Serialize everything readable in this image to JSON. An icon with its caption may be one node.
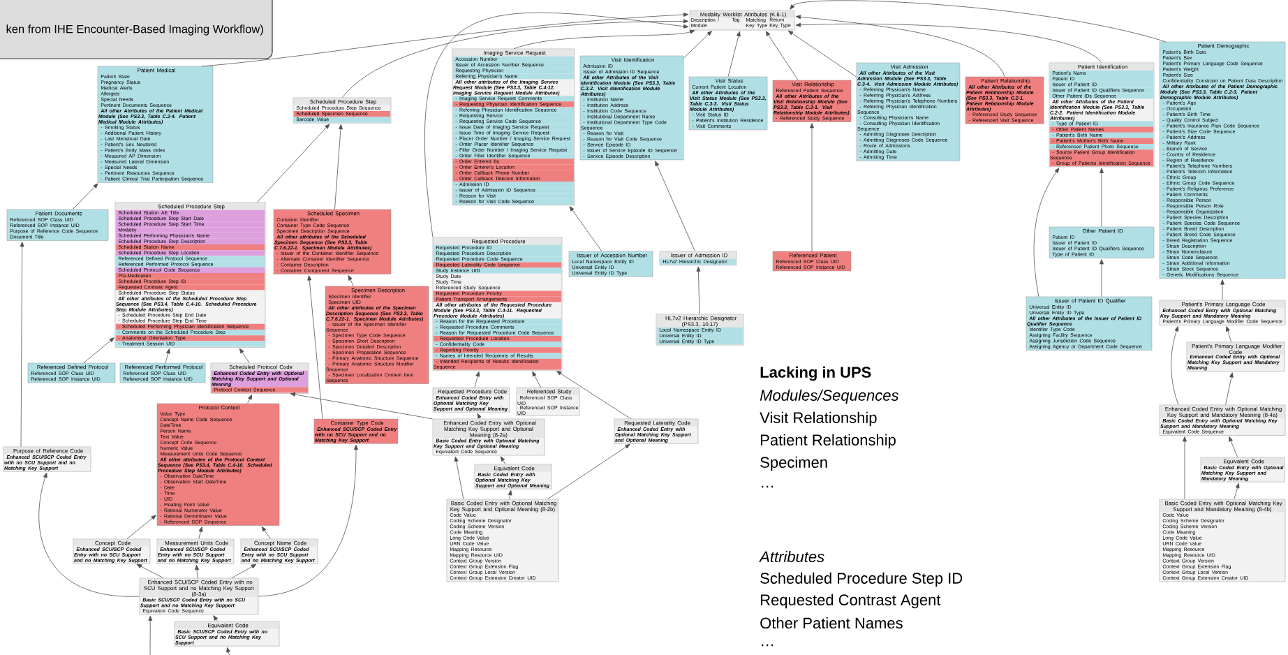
{
  "diagram": {
    "nodes": [
      {
        "text": [
          "Modality Worklist Attributes (K.6-1)",
          "Description / Module",
          "Tag",
          "Matching Key Type",
          "Return Key Type"
        ]
      },
      {
        "text": [
          "Patient Medical",
          "Patient State",
          "Pregnancy Status",
          "Medical Alerts",
          "Allergies",
          "Special Needs",
          "Pertinent Documents Sequence",
          "All other Attributes of the Patient Medical Module (See PS3.3, Table C.2-4. Patient Medical Module Attributes)",
          "- Smoking Status",
          "- Additional Patient History",
          "- Last Menstrual Date",
          "- Patient's Sex Neutered",
          "- Patient's Body Mass Index",
          "- Measured AP Dimension",
          "- Measured Lateral Dimension",
          "- Special Needs",
          "- Pertinent Resources Sequence",
          "- Patient Clinical Trial Participation Sequence"
        ]
      },
      {
        "text": [
          "Scheduled Procedure Step",
          "Scheduled Procedure Step Sequence",
          "Scheduled Specimen Sequence",
          "Barcode Value"
        ]
      },
      {
        "text": [
          "Imaging Service Request",
          "Accession Number",
          "Issuer of Accession Number Sequence",
          "Requesting Physician",
          "Referring Physician's Name",
          "All other attributes of the Imaging Service Request Module (See PS3.3, Table C.4-12. Imaging Service Request Module Attributes)",
          "- Imaging Service Request Comments",
          "- Requesting Physician Identification Sequence",
          "- Referring Physician Identification Sequence",
          "- Requesting Service",
          "- Requesting Service Code Sequence",
          "- Issue Date of Imaging Service Request",
          "- Issue Time of Imaging Service Request",
          "- Placer Order Number / Imaging Service Request",
          "- Order Placer Identifier Sequence",
          "- Filler Order Number / Imaging Service Request",
          "- Order Filler Identifier Sequence",
          "- Order Entered By",
          "- Order Enterer's Location",
          "- Order Callback Phone Number",
          "- Order Callback Telecom Information",
          "- Admission ID",
          "- Issuer of Admission ID Sequence",
          "- Reason for Visit",
          "- Reason for Visit Code Sequence"
        ]
      },
      {
        "text": [
          "Visit Identification",
          "Admission ID",
          "Issuer of Admission ID Sequence",
          "All other Attributes of the Visit Identification Module (See PS3.3, Table C.3-2. Visit Identification Module Attributes)",
          "- Institution Name",
          "- Institution Address",
          "- Institution Code Sequence",
          "- Institutional Department Name",
          "- Institutional Department Type Code Sequence",
          "- Reason for Visit",
          "- Reason for Visit Code Sequence",
          "- Service Episode ID",
          "- Issuer of Service Episode ID Sequence",
          "- Service Episode Description"
        ]
      },
      {
        "text": [
          "Visit Status",
          "Current Patient Location",
          "All other Attributes of the Visit Status Module (See PS3.3, Table C.3-3. Visit Status Module Attributes)",
          "- Visit Status ID",
          "- Patient's Institution Residence",
          "- Visit Comments"
        ]
      },
      {
        "text": [
          "Visit Relationship",
          "Referenced Patient Sequence",
          "All other Attributes of the Visit Relationship Module (See PS3.3, Table C.3-1. Visit Relationship Module Attributes)",
          "- Referenced Study Sequence"
        ]
      },
      {
        "text": [
          "Visit Admission",
          "All other Attributes of the Visit Admission Module (See PS3.3, Table C.3-4. Visit Admission Module Attributes)",
          "- Referring Physician's Name",
          "- Referring Physician's Address",
          "- Referring Physician's Telephone Numbers",
          "- Referring Physician Identification Sequence",
          "- Consulting Physician's Name",
          "- Consulting Physician Identification Sequence",
          "- Admitting Diagnoses Description",
          "- Admitting Diagnoses Code Sequence",
          "- Route of Admissions",
          "- Admitting Date",
          "- Admitting Time"
        ]
      },
      {
        "text": [
          "Patient Relationship",
          "All other Attributes of the Patient Relationship Module (See PS3.3, Table C.2-1. Patient Relationship Module Attributes)",
          "- Referenced Study Sequence",
          "- Referenced Visit Sequence"
        ]
      },
      {
        "text": [
          "Patient Identification",
          "Patient's Name",
          "Patient ID",
          "Issuer of Patient ID",
          "Issuer of Patient ID Qualifiers Sequence",
          "Other Patient IDs Sequence",
          "All other Attributes of the Patient Identification Module (See PS3.3, Table C.2-2. Patient Identification Module Attributes)",
          "- Type of Patient ID",
          "- Other Patient Names",
          "- Patient's Birth Name",
          "- Patient's Mother's Birth Name",
          "- Referenced Patient Photo Sequence",
          "- Source Patient Group Identification Sequence",
          "- Group of Patients Identification Sequence"
        ]
      },
      {
        "text": [
          "Patient Demographic",
          "Patient's Birth Date",
          "Patient's Sex",
          "Patient's Primary Language Code Sequence",
          "Patient's Weight",
          "Patient's Size",
          "Confidentiality Constraint on Patient Data Description",
          "All other Attributes of the Patient Demographic Module (See PS3.3, Table C.2-3. Patient Demographic Module Attributes)",
          "- Patient's Age",
          "- Occupation",
          "- Patient's Birth Time",
          "- Quality Control Subject",
          "- Patient's Insurance Plan Code Sequence",
          "- Patient's Size Code Sequence",
          "- Patient's Address",
          "- Military Rank",
          "- Branch of Service",
          "- Country of Residence",
          "- Region of Residence",
          "- Patient's Telephone Numbers",
          "- Patient's Telecom Information",
          "- Ethnic Group",
          "- Ethnic Group Code Sequence",
          "- Patient's Religious Preference",
          "- Patient Comments",
          "- Responsible Person",
          "- Responsible Person Role",
          "- Responsible Organization",
          "- Patient Species Description",
          "- Patient Species Code Sequence",
          "- Patient Breed Description",
          "- Patient Breed Code Sequence",
          "- Breed Registration Sequence",
          "- Strain Description",
          "- Strain Nomenclature",
          "- Strain Code Sequence",
          "- Strain Additional Information",
          "- Strain Stock Sequence",
          "- Genetic Modifications Sequence"
        ]
      },
      {
        "text": [
          "Scheduled Procedure Step",
          "Scheduled Station AE Title",
          "Scheduled Procedure Step Start Date",
          "Scheduled Procedure Step Start Time",
          "Modality",
          "Scheduled Performing Physician's Name",
          "Scheduled Procedure Step Description",
          "Scheduled Station Name",
          "Scheduled Procedure Step Location",
          "Referenced Defined Protocol Sequence",
          "Referenced Performed Protocol Sequence",
          "Scheduled Protocol Code Sequence",
          "Pre-Medication",
          "Scheduled Procedure Step ID",
          "Requested Contrast Agent",
          "Scheduled Procedure Step Status",
          "All other attributes of the Scheduled Procedure Step Sequence (See PS3.4, Table C.4-10. Scheduled Procedure Step Module Attributes)",
          "- Scheduled Procedure Step End Date",
          "- Scheduled Procedure Step End Time",
          "- Scheduled Performing Physician Identification Sequence",
          "- Comments on the Scheduled Procedure Step",
          "- Anatomical Orientation Type",
          "- Treatment Session UID"
        ]
      },
      {
        "text": [
          "Patient Documents",
          "Referenced SOP Class UID",
          "Referenced SOP Instance UID",
          "Purpose of Reference Code Sequence",
          "Document Title"
        ]
      },
      {
        "text": [
          "Scheduled Specimen",
          "Container Identifier",
          "Container Type Code Sequence",
          "Specimen Description Sequence",
          "All other attributes of the Scheduled Specimen Sequence (See PS3.3, Table C.7.6.22-1. Specimen Module Attributes)",
          "- Issuer of the Container Identifier Sequence",
          "- Alternate Container Identifier Sequence",
          "- Container Description",
          "- Container Component Sequence"
        ]
      },
      {
        "text": [
          "Requested Procedure",
          "Requested Procedure ID",
          "Requested Procedure Description",
          "Requested Procedure Code Sequence",
          "Requested Laterality Code Sequence",
          "Study Instance UID",
          "Study Date",
          "Study Time",
          "Referenced Study Sequence",
          "Requested Procedure Priority",
          "Patient Transport Arrangements",
          "All other attributes of the Requested Procedure Module (See PS3.3, Table C.4-11. Requested Procedure Module Attributes)",
          "- Reason for the Requested Procedure",
          "- Requested Procedure Comments",
          "- Reason for Requested Procedure Code Sequence",
          "- Requested Procedure Location",
          "- Confidentiality Code",
          "- Reporting Priority",
          "- Names of Intended Recipients of Results",
          "- Intended Recipients of Results Identification Sequence"
        ]
      },
      {
        "text": [
          "Issuer of Accession Number",
          "Local Namespace Entity ID",
          "Universal Entity ID",
          "Universal Entity ID Type"
        ]
      },
      {
        "text": [
          "Issuer of Admission ID",
          "HL7v2 Hierarchic Designator"
        ]
      },
      {
        "text": [
          "Referenced Patient",
          "Referenced SOP Class UID",
          "Referenced SOP Instance UID"
        ]
      },
      {
        "text": [
          "Other Patient ID",
          "Patient ID",
          "Issuer of Patient ID",
          "Issuer of Patient ID Qualifiers Sequence",
          "Type of Patient ID"
        ]
      },
      {
        "text": [
          "Patient's Primary Language Code",
          "Enhanced Coded Entry with Optional Matching Key Support and Mandatory Meaning",
          "Patient's Primary Language Modifier Code Sequence"
        ]
      },
      {
        "text": [
          "Referenced Defined Protocol",
          "Referenced SOP Class UID",
          "Referenced SOP Instance UID"
        ]
      },
      {
        "text": [
          "Referenced Performed Protocol",
          "Referenced SOP Class UID",
          "Referenced SOP Instance UID"
        ]
      },
      {
        "text": [
          "Scheduled Protocol Code",
          "Enhanced Coded Entry with Optional Matching Key Support and Optional Meaning",
          "Protocol Context Sequence"
        ]
      },
      {
        "text": [
          "Specimen Description",
          "Specimen Identifier",
          "Specimen UID",
          "All other attributes of the Specimen Description Sequence (See PS3.3, Table C.7.6.22-1. Specimen Module Attributes)",
          "- Issuer of the Specimen Identifier Sequence",
          "- Specimen Type Code Sequence",
          "- Specimen Short Description",
          "- Specimen Detailed Description",
          "- Specimen Preparation Sequence",
          "- Primary Anatomic Structure Sequence",
          "- Primary Anatomic Structure Modifier Sequence",
          "- Specimen Localization Content Item Sequence"
        ]
      },
      {
        "text": [
          "Requested Procedure Code",
          "Enhanced Coded Entry with Optional Matching Key Support and Optional Meaning"
        ]
      },
      {
        "text": [
          "Referenced Study",
          "Referenced SOP Class UID",
          "Referenced SOP Instance UID"
        ]
      },
      {
        "text": [
          "HL7v2 Hierarchic Designator (PS3.3, 10.17)",
          "Local Namespace Entity ID",
          "Universal Entity ID",
          "Universal Entity ID Type"
        ]
      },
      {
        "text": [
          "Issuer of Patient ID Qualifier",
          "Universal Entity ID",
          "Universal Entity ID Type",
          "All other Attributes of the Issuer of Patient ID Qualifier Sequence",
          "Identifier Type Code",
          "Assigning Facility Sequence",
          "Assigning Jurisdiction Code Sequence",
          "Assigning Agency or Department Code Sequence"
        ]
      },
      {
        "text": [
          "Patient's Primary Language Modifier Code",
          "Enhanced Coded Entry with Optional Matching Key Support and Mandatory Meaning"
        ]
      },
      {
        "text": [
          "Purpose of Reference Code",
          "Enhanced SCU/SCP Coded Entry with no SCU Support and no Matching Key Support"
        ]
      },
      {
        "text": [
          "Protocol Context",
          "Value Type",
          "Concept Name Code Sequence",
          "DateTime",
          "Person Name",
          "Text Value",
          "Concept Code Sequence",
          "Numeric Value",
          "Measurement Units Code Sequence",
          "All other attributes of the Protocol Context Sequence (See PS3.4, Table C.4-10. Scheduled Procedure Step Module Attributes)",
          "- Observation DateTime",
          "- Observation Start DateTime",
          "- Date",
          "- Time",
          "- UID",
          "- Floating Point Value",
          "- Rational Numerator Value",
          "- Rational Denominator Value",
          "- Referenced SOP Sequence"
        ]
      },
      {
        "text": [
          "Container Type Code",
          "Enhanced SCU/SCP Coded Entry with no SCU Support and no Matching Key Support"
        ]
      },
      {
        "text": [
          "Enhanced Coded Entry with Optional Matching Key Support and Optional Meaning (8-2a)",
          "Basic Coded Entry with Optional Matching Key Support and Optional Meaning",
          "Equivalent Code Sequence"
        ]
      },
      {
        "text": [
          "Requested Laterality Code",
          "Enhanced Coded Entry with Optional Matching Key Support and Optional Meaning"
        ]
      },
      {
        "text": [
          "Enhanced Coded Entry with Optional Matching Key Support and Mandatory Meaning (8-4a)",
          "Basic Coded Entry with Optional Matching Key Support and Mandatory Meaning",
          "Equivalent Code Sequence"
        ]
      },
      {
        "text": [
          "Concept Code",
          "Enhanced SCU/SCP Coded Entry with no SCU Support and no Matching Key Support"
        ]
      },
      {
        "text": [
          "Measurement Units Code",
          "Enhanced SCU/SCP Coded Entry with no SCU Support and no Matching Key Support"
        ]
      },
      {
        "text": [
          "Concept Name Code",
          "Enhanced SCU/SCP Coded Entry with no SCU Support and no Matching Key Support"
        ]
      },
      {
        "text": [
          "Equivalent Code",
          "Basic Coded Entry with Optional Matching Key Support and Optional Meaning"
        ]
      },
      {
        "text": [
          "Equivalent Code",
          "Basic Coded Entry with Optional Matching Key Support and Mandatory Meaning"
        ]
      },
      {
        "text": [
          "Enhanced SCU/SCP Coded Entry with no SCU Support and no Matching Key Support (8-3a)",
          "Basic SCU/SCP Coded Entry with no SCU Support and no Matching Key Support",
          "Equivalent Code Sequence"
        ]
      },
      {
        "text": [
          "Basic Coded Entry with Optional Matching Key Support and Optional Meaning (8-2b)",
          "Code Value",
          "Coding Scheme Designator",
          "Coding Scheme Version",
          "Code Meaning",
          "Long Code Value",
          "URN Code Value",
          "Mapping Resource",
          "Mapping Resource UID",
          "Context Group Version",
          "Context Group Extension Flag",
          "Context Group Local Version",
          "Context Group Extension Creator UID"
        ]
      },
      {
        "text": [
          "Basic Coded Entry with Optional Matching Key Support and Mandatory Meaning (8-4b)",
          "Code Value",
          "Coding Scheme Designator",
          "Coding Scheme Version",
          "Code Meaning",
          "Long Code Value",
          "URN Code Value",
          "Mapping Resource",
          "Mapping Resource UID",
          "Context Group Version",
          "Context Group Extension Flag",
          "Context Group Local Version",
          "Context Group Extension Creator UID"
        ]
      },
      {
        "text": [
          "Equivalent Code",
          "Basic SCU/SCP Coded Entry with no SCU Support and no Matching Key Support"
        ]
      },
      {
        "text": [
          "ken from IHE Encounter-Based Imaging Workflow)"
        ]
      }
    ],
    "edges": [
      {
        "from": 1,
        "to": 0,
        "arrow": "to"
      },
      {
        "from": 2,
        "to": 0,
        "arrow": "to"
      },
      {
        "from": 3,
        "to": 0,
        "arrow": "to"
      },
      {
        "from": 14,
        "to": 0,
        "arrow": "to"
      },
      {
        "from": 4,
        "to": 0,
        "arrow": "to"
      },
      {
        "from": 5,
        "to": 0,
        "arrow": "to"
      },
      {
        "from": 6,
        "to": 0,
        "arrow": "to"
      },
      {
        "from": 7,
        "to": 0,
        "arrow": "to"
      },
      {
        "from": 8,
        "to": 0,
        "arrow": "to"
      },
      {
        "from": 9,
        "to": 0,
        "arrow": "to"
      },
      {
        "from": 10,
        "to": 0,
        "arrow": "to"
      },
      {
        "from": 11,
        "to": 2,
        "arrow": "to"
      },
      {
        "from": 13,
        "to": 2,
        "arrow": "to"
      },
      {
        "from": 12,
        "to": 1,
        "arrow": "to"
      },
      {
        "from": 29,
        "to": 12,
        "arrow": "to"
      },
      {
        "from": 20,
        "to": 11,
        "arrow": "to"
      },
      {
        "from": 21,
        "to": 11,
        "arrow": "to"
      },
      {
        "from": 22,
        "to": 11,
        "arrow": "to"
      },
      {
        "from": 30,
        "to": 22,
        "arrow": "to"
      },
      {
        "from": 23,
        "to": 13,
        "arrow": "to"
      },
      {
        "from": 31,
        "to": 13,
        "arrow": "to"
      },
      {
        "from": 35,
        "to": 30,
        "arrow": "to"
      },
      {
        "from": 36,
        "to": 30,
        "arrow": "to"
      },
      {
        "from": 37,
        "to": 30,
        "arrow": "to"
      },
      {
        "from": 40,
        "to": 35,
        "arrow": "to"
      },
      {
        "from": 40,
        "to": 36,
        "arrow": "to"
      },
      {
        "from": 40,
        "to": 37,
        "arrow": "to"
      },
      {
        "from": 40,
        "to": 29,
        "arrow": "to"
      },
      {
        "from": 40,
        "to": 31,
        "arrow": "to"
      },
      {
        "from": 43,
        "to": 40,
        "arrow": "to"
      },
      {
        "from": null,
        "to": 40,
        "arrow": "to"
      },
      {
        "from": null,
        "to": 43,
        "arrow": "to"
      },
      {
        "from": 32,
        "to": 22,
        "arrow": "to"
      },
      {
        "from": 24,
        "to": 14,
        "arrow": "to"
      },
      {
        "from": 25,
        "to": 14,
        "arrow": "to"
      },
      {
        "from": 33,
        "to": 14,
        "arrow": "to"
      },
      {
        "from": 15,
        "to": 3,
        "arrow": "to"
      },
      {
        "from": 16,
        "to": 4,
        "arrow": "to"
      },
      {
        "from": 26,
        "to": 16,
        "arrow": "to"
      },
      {
        "from": 17,
        "to": 6,
        "arrow": "to"
      },
      {
        "from": 18,
        "to": 9,
        "arrow": "to"
      },
      {
        "from": 27,
        "to": 9,
        "arrow": "to"
      },
      {
        "from": 27,
        "to": 18,
        "arrow": "to"
      },
      {
        "from": 19,
        "to": 10,
        "arrow": "to"
      },
      {
        "from": 28,
        "to": 19,
        "arrow": "to"
      },
      {
        "from": 34,
        "to": 28,
        "arrow": "to"
      },
      {
        "from": 34,
        "to": 19,
        "arrow": "to"
      },
      {
        "from": 39,
        "to": 34,
        "arrow": "to"
      },
      {
        "from": 42,
        "to": 34,
        "arrow": "to"
      },
      {
        "from": 42,
        "to": 39,
        "arrow": "to"
      },
      {
        "from": 38,
        "to": 32,
        "arrow": "to"
      },
      {
        "from": 41,
        "to": 32,
        "arrow": "to"
      },
      {
        "from": 41,
        "to": 38,
        "arrow": "to"
      },
      {
        "from": 41,
        "to": 33,
        "arrow": "to"
      },
      {
        "from": 32,
        "to": 24,
        "arrow": "to"
      }
    ],
    "labels": [
      "Lacking in UPS",
      "Modules/Sequences",
      "Visit Relationship",
      "Patient Relationship",
      "Specimen",
      "…",
      "Attributes",
      "Scheduled Procedure Step ID",
      "Requested Contrast Agent",
      "Other Patient Names",
      "…"
    ]
  }
}
